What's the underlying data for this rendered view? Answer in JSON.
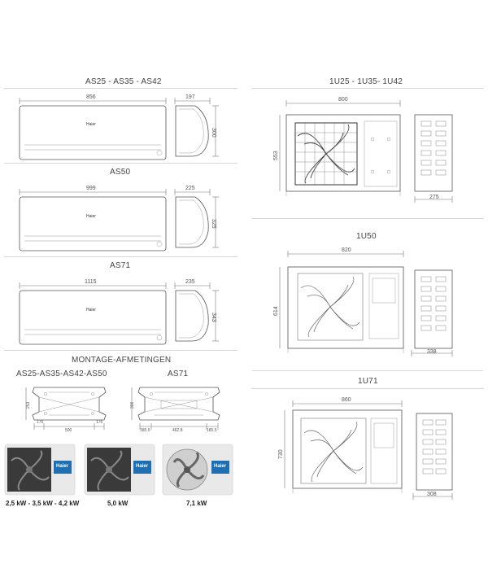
{
  "colors": {
    "line": "#555555",
    "brand_blue": "#1f6fb2",
    "photo_unit": "#e8e8e8",
    "fan_dark": "#3a3a3a"
  },
  "indoor": {
    "title": "AS25 - AS35 - AS42",
    "brand": "Haier",
    "units": [
      {
        "name": "",
        "width": "856",
        "depth": "197",
        "height": "300"
      },
      {
        "name": "AS50",
        "width": "999",
        "depth": "225",
        "height": "325"
      },
      {
        "name": "AS71",
        "width": "1115",
        "depth": "235",
        "height": "343"
      }
    ]
  },
  "mounting": {
    "title": "MONTAGE-AFMETINGEN",
    "left": {
      "title": "AS25-AS35-AS42-AS50",
      "height": "253",
      "left_gap": "176",
      "middle": "500",
      "right_gap": "176"
    },
    "right": {
      "title": "AS71",
      "height": "306",
      "left_gap": "185.5",
      "middle": "462.8",
      "right_gap": "185.5"
    }
  },
  "photos": [
    {
      "caption": "2,5 kW - 3,5 kW - 4,2 kW",
      "brand": "Haier",
      "icon": "outdoor-unit-photo-icon"
    },
    {
      "caption": "5,0 kW",
      "brand": "Haier",
      "icon": "outdoor-unit-photo-icon"
    },
    {
      "caption": "7,1 kW",
      "brand": "Haier",
      "icon": "outdoor-unit-photo-icon"
    }
  ],
  "outdoor": [
    {
      "title": "1U25 - 1U35- 1U42",
      "width": "800",
      "height": "553",
      "depth": "275"
    },
    {
      "title": "1U50",
      "width": "820",
      "height": "614",
      "depth": "338"
    },
    {
      "title": "1U71",
      "width": "860",
      "height": "730",
      "depth": "308"
    }
  ]
}
